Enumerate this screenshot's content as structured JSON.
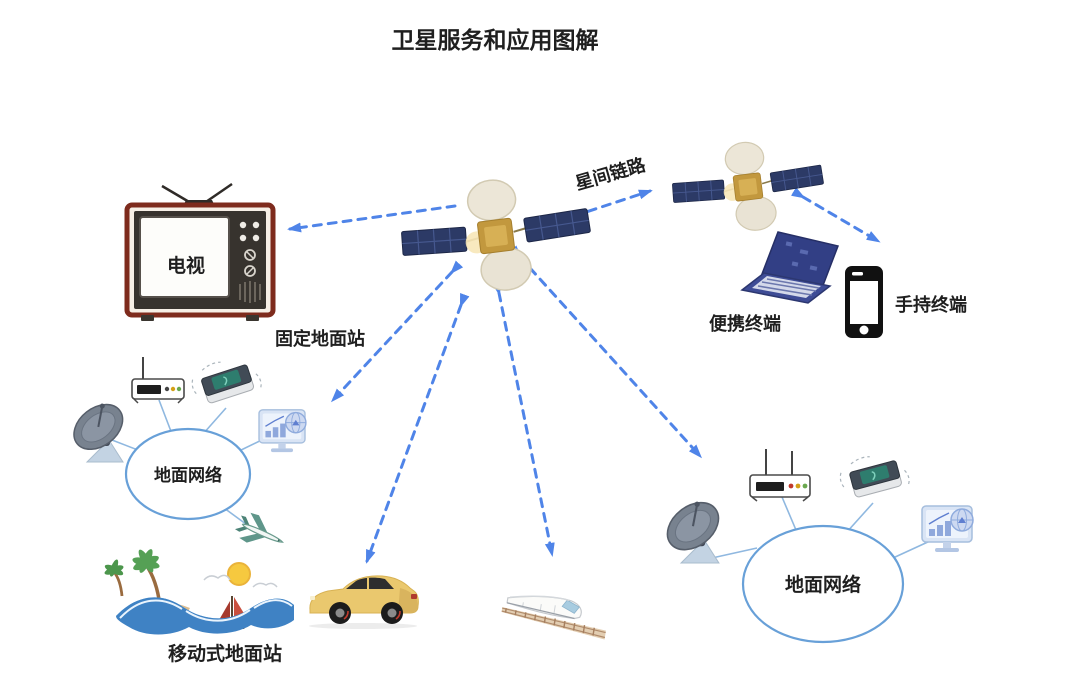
{
  "title": "卫星服务和应用图解",
  "labels": {
    "tv": "电视",
    "inter_satellite_link": "星间链路",
    "fixed_ground_station": "固定地面站",
    "ground_network_left": "地面网络",
    "mobile_ground_station": "移动式地面站",
    "portable_terminal": "便携终端",
    "handheld_terminal": "手持终端",
    "ground_network_right": "地面网络"
  },
  "colors": {
    "background": "#ffffff",
    "arrow_blue": "#4f84e8",
    "network_ellipse_stroke": "#68a0d8",
    "connector_line": "#8fb8e0",
    "text": "#1f1f1f",
    "tv_frame_maroon": "#7e2b1d",
    "satellite_panel_navy": "#2c3a66",
    "satellite_body_gold": "#c2983e",
    "car_yellow": "#eac86e",
    "laptop_navy": "#3c4b96",
    "wave_blue": "#3f82c4"
  },
  "diagram": {
    "nodes": [
      {
        "id": "satellite-main",
        "type": "communication-satellite"
      },
      {
        "id": "satellite-secondary",
        "type": "communication-satellite"
      },
      {
        "id": "tv",
        "type": "television",
        "label": "电视"
      },
      {
        "id": "fixed-ground-station",
        "type": "label",
        "label": "固定地面站"
      },
      {
        "id": "ground-network-left",
        "type": "network-ellipse",
        "label": "地面网络",
        "devices": [
          "satellite-dish",
          "router",
          "storage-modem",
          "monitor-workstation",
          "airplane"
        ]
      },
      {
        "id": "mobile-ground-station",
        "type": "beach-scene",
        "label": "移动式地面站"
      },
      {
        "id": "car",
        "type": "vehicle"
      },
      {
        "id": "train",
        "type": "high-speed-train"
      },
      {
        "id": "ground-network-right",
        "type": "network-ellipse",
        "label": "地面网络",
        "devices": [
          "satellite-dish",
          "router",
          "storage-modem",
          "monitor-workstation"
        ]
      },
      {
        "id": "portable-terminal",
        "type": "laptop",
        "label": "便携终端"
      },
      {
        "id": "handheld-terminal",
        "type": "smartphone",
        "label": "手持终端"
      }
    ],
    "edges": [
      {
        "from": "satellite-main",
        "to": "tv",
        "style": "dashed",
        "direction": "to"
      },
      {
        "from": "satellite-main",
        "to": "ground-network-left",
        "style": "dashed",
        "direction": "both"
      },
      {
        "from": "satellite-main",
        "to": "car",
        "style": "dashed",
        "direction": "both"
      },
      {
        "from": "satellite-main",
        "to": "train",
        "style": "dashed",
        "direction": "both"
      },
      {
        "from": "satellite-main",
        "to": "ground-network-right",
        "style": "dashed",
        "direction": "both"
      },
      {
        "from": "satellite-main",
        "to": "satellite-secondary",
        "style": "dashed",
        "direction": "both",
        "label": "星间链路"
      },
      {
        "from": "satellite-secondary",
        "to": "handheld-terminal",
        "style": "dashed",
        "direction": "both"
      }
    ]
  }
}
